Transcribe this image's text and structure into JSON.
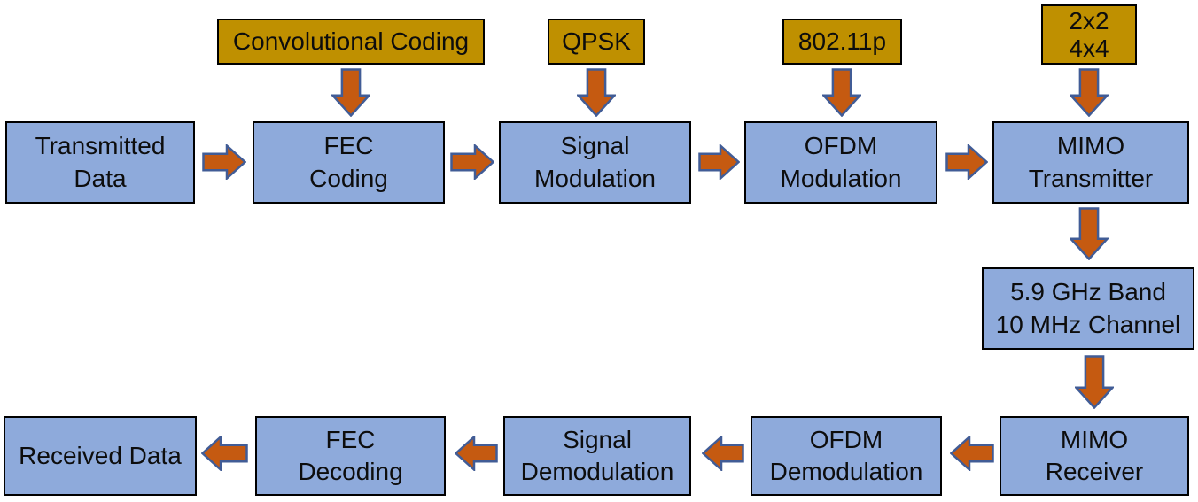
{
  "colors": {
    "box_blue": "#8EAADB",
    "box_gold": "#BF9000",
    "arrow_fill": "#C55A11",
    "arrow_stroke": "#415C96",
    "border": "#000000",
    "background": "#FFFFFF"
  },
  "nodes": {
    "conv_coding": {
      "label": "Convolutional Coding"
    },
    "qpsk": {
      "label": "QPSK"
    },
    "p80211": {
      "label": "802.11p"
    },
    "antenna_config": {
      "line1": "2x2",
      "line2": "4x4"
    },
    "transmitted_data": {
      "line1": "Transmitted",
      "line2": "Data"
    },
    "fec_coding": {
      "line1": "FEC",
      "line2": "Coding"
    },
    "signal_modulation": {
      "line1": "Signal",
      "line2": "Modulation"
    },
    "ofdm_modulation": {
      "line1": "OFDM",
      "line2": "Modulation"
    },
    "mimo_transmitter": {
      "line1": "MIMO",
      "line2": "Transmitter"
    },
    "channel": {
      "line1": "5.9 GHz Band",
      "line2": "10 MHz Channel"
    },
    "mimo_receiver": {
      "line1": "MIMO",
      "line2": "Receiver"
    },
    "ofdm_demodulation": {
      "line1": "OFDM",
      "line2": "Demodulation"
    },
    "signal_demodulation": {
      "line1": "Signal",
      "line2": "Demodulation"
    },
    "fec_decoding": {
      "line1": "FEC",
      "line2": "Decoding"
    },
    "received_data": {
      "label": "Received Data"
    }
  }
}
